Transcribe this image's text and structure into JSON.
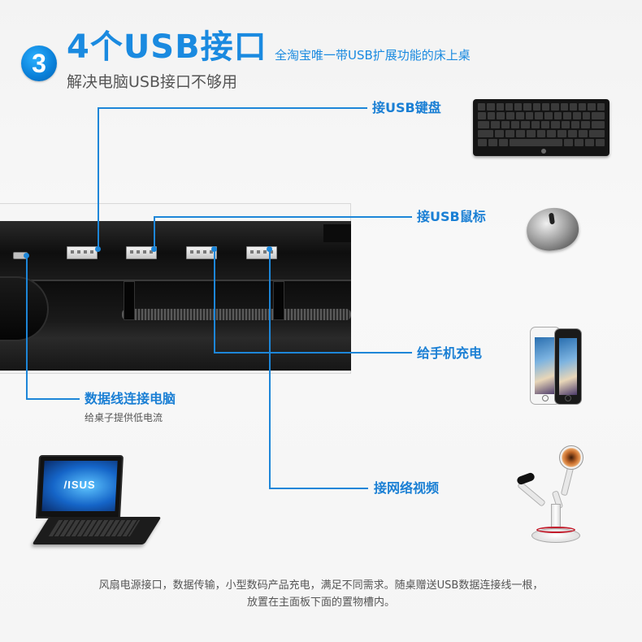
{
  "header": {
    "number": "3",
    "title": "4个USB接口",
    "subtitle": "全淘宝唯一带USB扩展功能的床上桌",
    "tagline": "解决电脑USB接口不够用"
  },
  "labels": {
    "keyboard": "接USB键盘",
    "mouse": "接USB鼠标",
    "phone_charge": "给手机充电",
    "data_cable": "数据线连接电脑",
    "data_cable_sub": "给桌子提供低电流",
    "webcam": "接网络视频"
  },
  "laptop_brand": "/ISUS",
  "footer": {
    "line1": "风扇电源接口，数据传输，小型数码产品充电，满足不同需求。随桌赠送USB数据连接线一根，",
    "line2": "放置在主面板下面的置物槽内。"
  },
  "colors": {
    "accent": "#1a8ae0",
    "line": "#1d86d8"
  },
  "icons": {
    "keyboard": "keyboard-icon",
    "mouse": "mouse-icon",
    "phone": "smartphone-icon",
    "laptop": "laptop-icon",
    "webcam": "webcam-icon"
  }
}
